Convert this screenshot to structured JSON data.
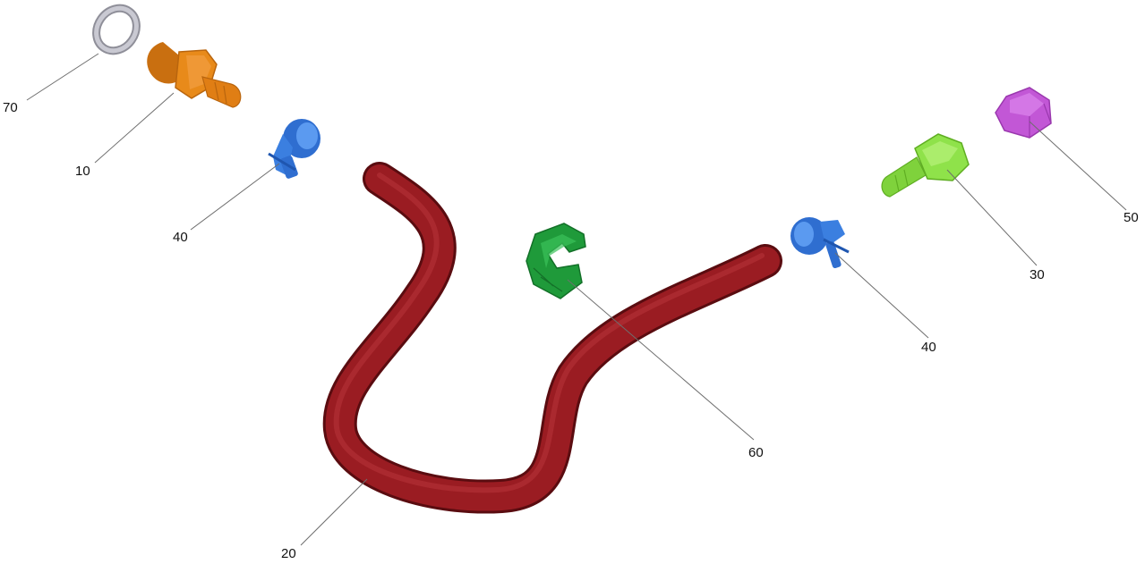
{
  "parts": [
    {
      "id": "washer",
      "label": "70",
      "color": "#b9b9c3",
      "icon": "flat-washer"
    },
    {
      "id": "barb-fitting-left",
      "label": "10",
      "color": "#e88a1a",
      "icon": "hex-hose-barb-fitting"
    },
    {
      "id": "hose-clamp-left",
      "label": "40",
      "color": "#3b7fe0",
      "icon": "hose-clamp"
    },
    {
      "id": "hose",
      "label": "20",
      "color": "#8e1a1f",
      "icon": "bent-hose"
    },
    {
      "id": "retaining-clip",
      "label": "60",
      "color": "#1f9a3a",
      "icon": "hose-retaining-clip"
    },
    {
      "id": "hose-clamp-right",
      "label": "40",
      "color": "#3b7fe0",
      "icon": "hose-clamp"
    },
    {
      "id": "barb-fitting-right",
      "label": "30",
      "color": "#8fe24a",
      "icon": "hex-hose-barb-fitting"
    },
    {
      "id": "cap-nut",
      "label": "50",
      "color": "#c257d6",
      "icon": "hex-cap-nut"
    }
  ]
}
